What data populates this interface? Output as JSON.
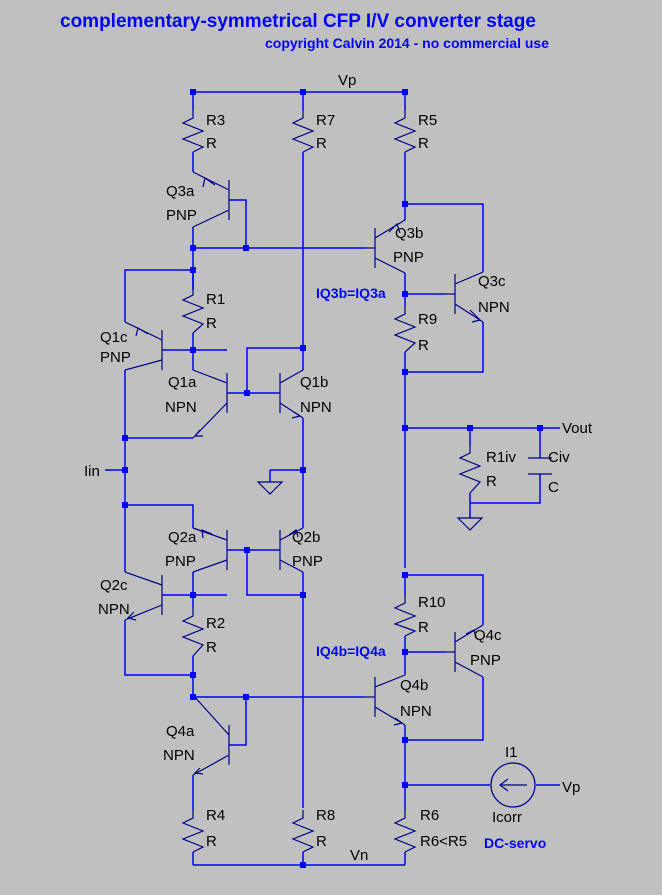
{
  "title": "complementary-symmetrical CFP I/V converter stage",
  "subtitle": "copyright Calvin 2014 - no commercial use",
  "nets": {
    "vp": "Vp",
    "vn": "Vn",
    "vout": "Vout",
    "iin": "Iin",
    "vp_src": "Vp"
  },
  "components": {
    "r3": {
      "ref": "R3",
      "value": "R"
    },
    "r7": {
      "ref": "R7",
      "value": "R"
    },
    "r5": {
      "ref": "R5",
      "value": "R"
    },
    "r1": {
      "ref": "R1",
      "value": "R"
    },
    "r9": {
      "ref": "R9",
      "value": "R"
    },
    "r1iv": {
      "ref": "R1iv",
      "value": "R"
    },
    "civ": {
      "ref": "Civ",
      "value": "C"
    },
    "r2": {
      "ref": "R2",
      "value": "R"
    },
    "r10": {
      "ref": "R10",
      "value": "R"
    },
    "r4": {
      "ref": "R4",
      "value": "R"
    },
    "r8": {
      "ref": "R8",
      "value": "R"
    },
    "r6": {
      "ref": "R6",
      "value": "R6<R5"
    },
    "q3a": {
      "ref": "Q3a",
      "type": "PNP"
    },
    "q3b": {
      "ref": "Q3b",
      "type": "PNP"
    },
    "q3c": {
      "ref": "Q3c",
      "type": "NPN"
    },
    "q1c": {
      "ref": "Q1c",
      "type": "PNP"
    },
    "q1a": {
      "ref": "Q1a",
      "type": "NPN"
    },
    "q1b": {
      "ref": "Q1b",
      "type": "NPN"
    },
    "q2a": {
      "ref": "Q2a",
      "type": "PNP"
    },
    "q2b": {
      "ref": "Q2b",
      "type": "PNP"
    },
    "q2c": {
      "ref": "Q2c",
      "type": "NPN"
    },
    "q4a": {
      "ref": "Q4a",
      "type": "NPN"
    },
    "q4b": {
      "ref": "Q4b",
      "type": "NPN"
    },
    "q4c": {
      "ref": "Q4c",
      "type": "PNP"
    },
    "i1": {
      "ref": "I1",
      "value": "Icorr"
    }
  },
  "notes": {
    "iq3": "IQ3b=IQ3a",
    "iq4": "IQ4b=IQ4a",
    "dcservo": "DC-servo"
  }
}
